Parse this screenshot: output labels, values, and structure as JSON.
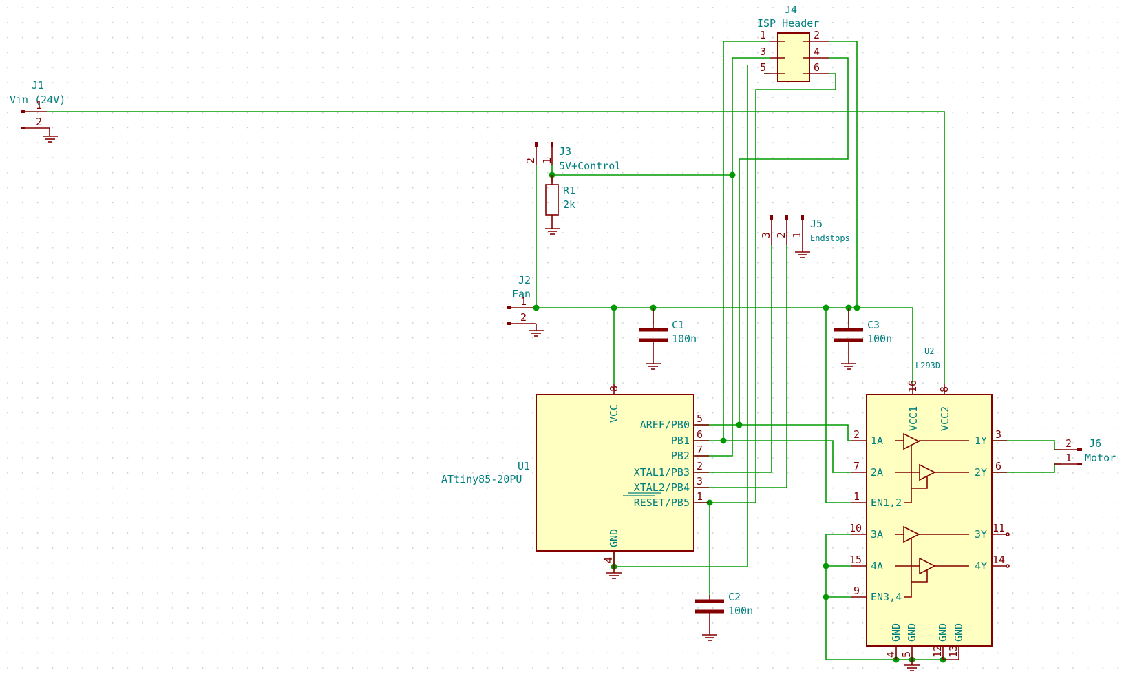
{
  "colors": {
    "wire": "#009a00",
    "component_outline": "#840000",
    "component_fill": "#ffffc2",
    "label_text": "#007f7f",
    "pin_number_text": "#840000",
    "grid_dot": "#c4c4c4"
  },
  "components": {
    "j1": {
      "ref": "J1",
      "value": "Vin (24V)",
      "pins": [
        "1",
        "2"
      ]
    },
    "j2": {
      "ref": "J2",
      "value": "Fan",
      "pins": [
        "1",
        "2"
      ]
    },
    "j3": {
      "ref": "J3",
      "value": "5V+Control",
      "pins": [
        "2",
        "1"
      ]
    },
    "j4": {
      "ref": "J4",
      "value": "ISP Header",
      "pins": [
        "1",
        "2",
        "3",
        "4",
        "5",
        "6"
      ]
    },
    "j5": {
      "ref": "J5",
      "value": "Endstops",
      "pins": [
        "3",
        "2",
        "1"
      ]
    },
    "j6": {
      "ref": "J6",
      "value": "Motor",
      "pins": [
        "2",
        "1"
      ]
    },
    "r1": {
      "ref": "R1",
      "value": "2k"
    },
    "c1": {
      "ref": "C1",
      "value": "100n"
    },
    "c2": {
      "ref": "C2",
      "value": "100n"
    },
    "c3": {
      "ref": "C3",
      "value": "100n"
    },
    "u1": {
      "ref": "U1",
      "value": "ATtiny85-20PU",
      "pins": {
        "vcc": {
          "name": "VCC",
          "num": "8"
        },
        "gnd": {
          "name": "GND",
          "num": "4"
        },
        "pb0": {
          "name": "AREF/PB0",
          "num": "5"
        },
        "pb1": {
          "name": "PB1",
          "num": "6"
        },
        "pb2": {
          "name": "PB2",
          "num": "7"
        },
        "pb3": {
          "name": "XTAL1/PB3",
          "num": "2"
        },
        "pb4": {
          "name": "XTAL2/PB4",
          "num": "3"
        },
        "pb5": {
          "name": "RESET/PB5",
          "num": "1"
        }
      }
    },
    "u2": {
      "ref": "U2",
      "value": "L293D",
      "pins": {
        "vcc1": {
          "name": "VCC1",
          "num": "16"
        },
        "vcc2": {
          "name": "VCC2",
          "num": "8"
        },
        "a1": {
          "name": "1A",
          "num": "2"
        },
        "a2": {
          "name": "2A",
          "num": "7"
        },
        "en12": {
          "name": "EN1,2",
          "num": "1"
        },
        "a3": {
          "name": "3A",
          "num": "10"
        },
        "a4": {
          "name": "4A",
          "num": "15"
        },
        "en34": {
          "name": "EN3,4",
          "num": "9"
        },
        "y1": {
          "name": "1Y",
          "num": "3"
        },
        "y2": {
          "name": "2Y",
          "num": "6"
        },
        "y3": {
          "name": "3Y",
          "num": "11"
        },
        "y4": {
          "name": "4Y",
          "num": "14"
        },
        "gnd1": {
          "name": "GND",
          "num": "4"
        },
        "gnd2": {
          "name": "GND",
          "num": "5"
        },
        "gnd3": {
          "name": "GND",
          "num": "12"
        },
        "gnd4": {
          "name": "GND",
          "num": "13"
        }
      }
    }
  }
}
